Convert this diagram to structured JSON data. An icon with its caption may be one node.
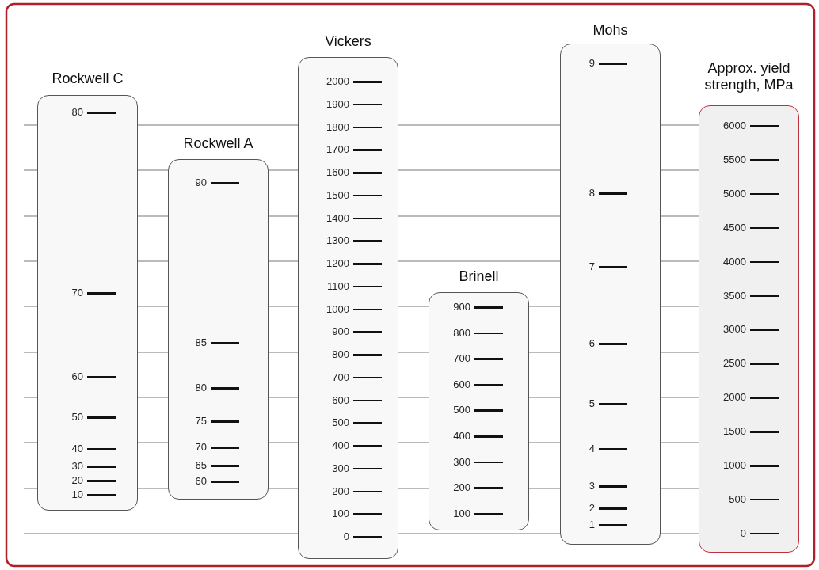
{
  "diagram": {
    "nodes": [
      {
        "text": [
          "Rockwell C",
          "80",
          "70",
          "60",
          "50",
          "40",
          "30",
          "20",
          "10"
        ]
      },
      {
        "text": [
          "Rockwell A",
          "90",
          "85",
          "80",
          "75",
          "70",
          "65",
          "60"
        ]
      },
      {
        "text": [
          "Vickers",
          "2000",
          "1900",
          "1800",
          "1700",
          "1600",
          "1500",
          "1400",
          "1300",
          "1200",
          "1100",
          "1000",
          "900",
          "800",
          "700",
          "600",
          "500",
          "400",
          "300",
          "200",
          "100",
          "0"
        ]
      },
      {
        "text": [
          "Brinell",
          "900",
          "800",
          "700",
          "600",
          "500",
          "400",
          "300",
          "200",
          "100"
        ]
      },
      {
        "text": [
          "Mohs",
          "9",
          "8",
          "7",
          "6",
          "5",
          "4",
          "3",
          "2",
          "1"
        ]
      },
      {
        "text": [
          "Approx. yield strength, MPa",
          "6000",
          "5500",
          "5000",
          "4500",
          "4000",
          "3500",
          "3000",
          "2500",
          "2000",
          "1500",
          "1000",
          "500",
          "0"
        ]
      }
    ]
  }
}
